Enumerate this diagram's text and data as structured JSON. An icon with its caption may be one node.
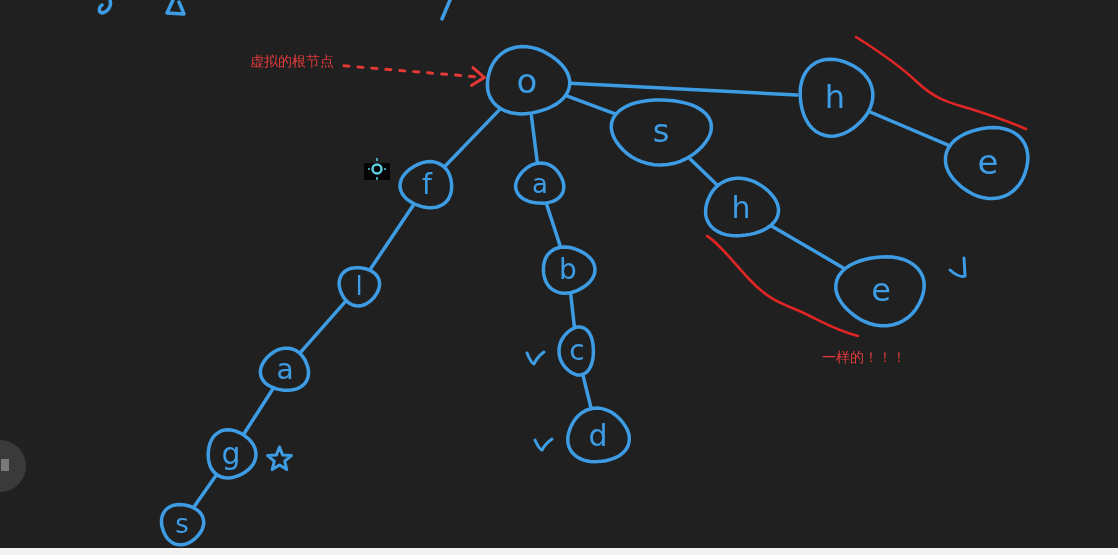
{
  "diagram": {
    "nodes": [
      {
        "text": [
          "虚拟的根节点"
        ]
      },
      {
        "text": [
          "o"
        ]
      },
      {
        "text": [
          "h"
        ]
      },
      {
        "text": [
          "s"
        ]
      },
      {
        "text": [
          "e"
        ]
      },
      {
        "text": [
          "f"
        ]
      },
      {
        "text": [
          "a"
        ]
      },
      {
        "text": [
          "h"
        ]
      },
      {
        "text": [
          "b"
        ]
      },
      {
        "text": [
          "l"
        ]
      },
      {
        "text": [
          "e"
        ]
      },
      {
        "text": [
          "c"
        ]
      },
      {
        "text": [
          "a"
        ]
      },
      {
        "text": [
          "d"
        ]
      },
      {
        "text": [
          "g"
        ]
      },
      {
        "text": [
          "s"
        ]
      }
    ],
    "edges": [
      {
        "from": 0,
        "to": 1,
        "arrow": "to",
        "style": "dashed",
        "color": "#e53935"
      },
      {
        "from": 1,
        "to": 5,
        "arrow": "none"
      },
      {
        "from": 1,
        "to": 6,
        "arrow": "none"
      },
      {
        "from": 1,
        "to": 3,
        "arrow": "none"
      },
      {
        "from": 1,
        "to": 2,
        "arrow": "none"
      },
      {
        "from": 2,
        "to": 4,
        "arrow": "none"
      },
      {
        "from": 3,
        "to": 7,
        "arrow": "none"
      },
      {
        "from": 7,
        "to": 10,
        "arrow": "none"
      },
      {
        "from": 5,
        "to": 9,
        "arrow": "none"
      },
      {
        "from": 9,
        "to": 12,
        "arrow": "none"
      },
      {
        "from": 12,
        "to": 14,
        "arrow": "none"
      },
      {
        "from": 14,
        "to": 15,
        "arrow": "none"
      },
      {
        "from": 6,
        "to": 8,
        "arrow": "none"
      },
      {
        "from": 8,
        "to": 11,
        "arrow": "none"
      },
      {
        "from": 11,
        "to": 13,
        "arrow": "none"
      }
    ],
    "labels": [
      "一样的！！！"
    ]
  }
}
